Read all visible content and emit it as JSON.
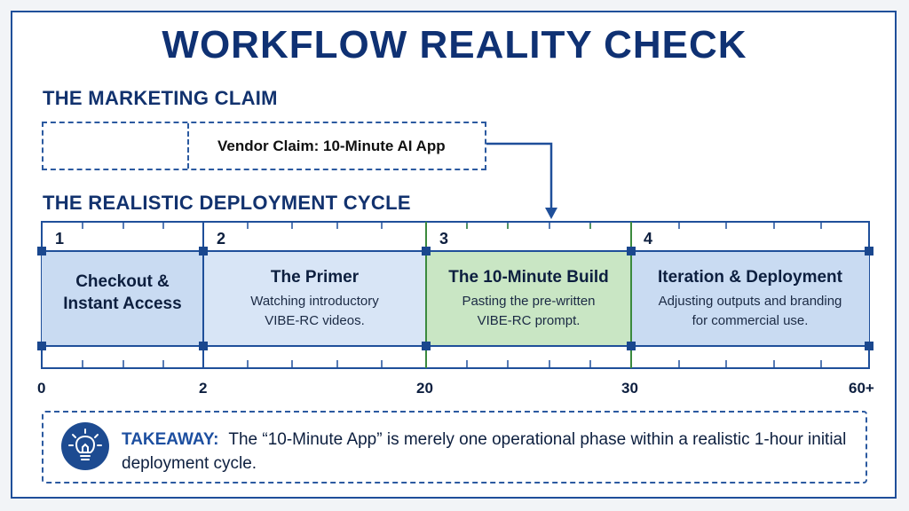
{
  "title": "WORKFLOW REALITY CHECK",
  "marketing": {
    "label": "THE MARKETING CLAIM",
    "claim": "Vendor Claim: 10-Minute AI App"
  },
  "cycle": {
    "label": "THE REALISTIC DEPLOYMENT CYCLE",
    "stages": [
      {
        "number": "1",
        "title_line1": "Checkout &",
        "title_line2": "Instant Access",
        "desc_line1": "",
        "desc_line2": ""
      },
      {
        "number": "2",
        "title_line1": "The Primer",
        "title_line2": "",
        "desc_line1": "Watching introductory",
        "desc_line2": "VIBE-RC videos."
      },
      {
        "number": "3",
        "title_line1": "The 10-Minute Build",
        "title_line2": "",
        "desc_line1": "Pasting the pre-written",
        "desc_line2": "VIBE-RC prompt."
      },
      {
        "number": "4",
        "title_line1": "Iteration & Deployment",
        "title_line2": "",
        "desc_line1": "Adjusting outputs and branding",
        "desc_line2": "for commercial use."
      }
    ],
    "ticks": [
      "0",
      "2",
      "20",
      "30",
      "60+"
    ],
    "colors": {
      "stage_fill": "#c9dbf2",
      "highlight_fill": "#c9e6c4",
      "highlight_border": "#3b8a3e",
      "line": "#1f4f9a"
    }
  },
  "takeaway": {
    "heading": "TAKEAWAY:",
    "text": "The “10-Minute App” is merely one operational phase within a realistic 1-hour initial deployment cycle.",
    "icon": "lightbulb-icon"
  }
}
